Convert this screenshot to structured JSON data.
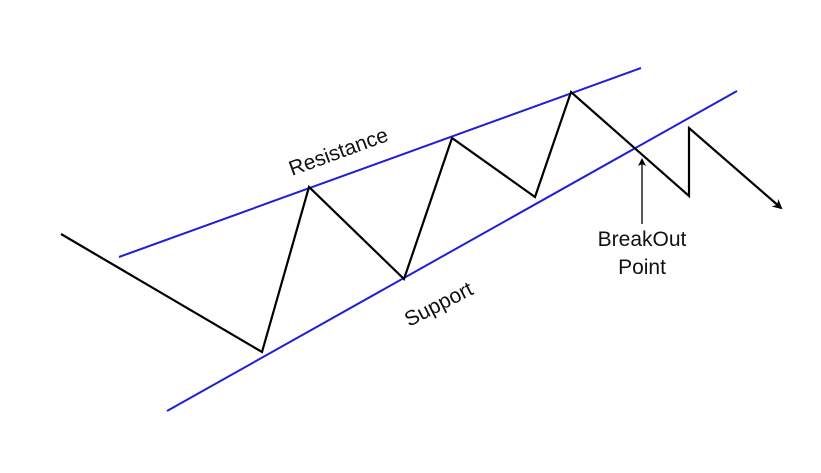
{
  "labels": {
    "resistance": "Resistance",
    "support": "Support",
    "breakout_line1": "BreakOut",
    "breakout_line2": "Point"
  },
  "colors": {
    "trendlines": "#1f1fd6",
    "price_path": "#000000",
    "background": "#ffffff"
  }
}
